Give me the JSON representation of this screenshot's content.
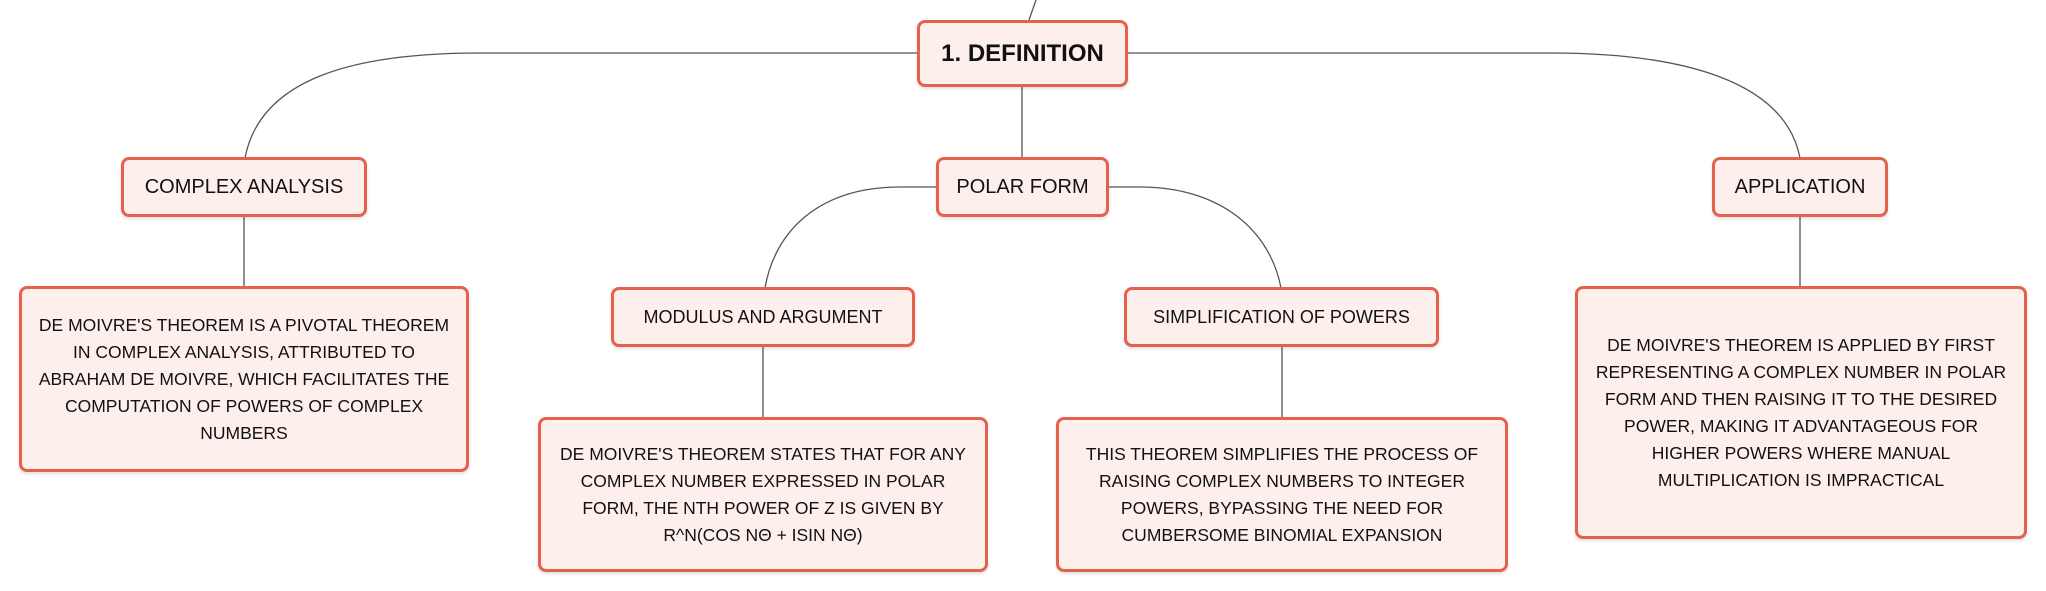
{
  "colors": {
    "node_border": "#e5614d",
    "node_fill": "#fdf0ec",
    "connector": "#555555",
    "text": "#111111"
  },
  "root": {
    "label": "1. DEFINITION"
  },
  "topics": {
    "complex_analysis": {
      "label": "COMPLEX ANALYSIS",
      "description": "DE MOIVRE'S THEOREM IS A PIVOTAL THEOREM IN COMPLEX ANALYSIS, ATTRIBUTED TO ABRAHAM DE MOIVRE, WHICH FACILITATES THE COMPUTATION OF POWERS OF COMPLEX NUMBERS"
    },
    "polar_form": {
      "label": "POLAR FORM",
      "modulus": {
        "label": "MODULUS AND ARGUMENT",
        "description": "DE MOIVRE'S THEOREM STATES THAT FOR ANY COMPLEX NUMBER EXPRESSED IN POLAR FORM, THE NTH POWER OF Z IS GIVEN BY R^N(COS NΘ + ISIN NΘ)"
      },
      "simplification": {
        "label": "SIMPLIFICATION OF POWERS",
        "description": "THIS THEOREM SIMPLIFIES THE PROCESS OF RAISING COMPLEX NUMBERS TO INTEGER POWERS, BYPASSING THE NEED FOR CUMBERSOME BINOMIAL EXPANSION"
      }
    },
    "application": {
      "label": "APPLICATION",
      "description": "DE MOIVRE'S THEOREM IS APPLIED BY FIRST REPRESENTING A COMPLEX NUMBER IN POLAR FORM AND THEN RAISING IT TO THE DESIRED POWER, MAKING IT ADVANTAGEOUS FOR HIGHER POWERS WHERE MANUAL MULTIPLICATION IS IMPRACTICAL"
    }
  }
}
